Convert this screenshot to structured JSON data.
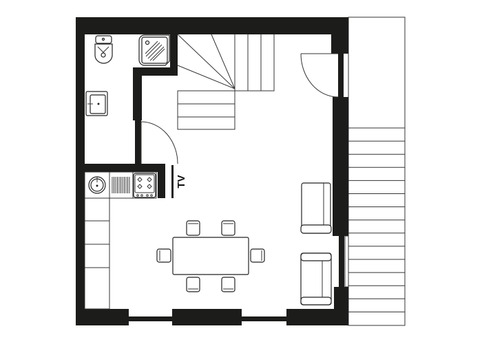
{
  "plan": {
    "labels": {
      "tv": "TV"
    },
    "colors": {
      "wall": "#1c1c1a",
      "line": "#333333",
      "background": "#ffffff"
    },
    "rooms": [
      "bathroom",
      "kitchen",
      "living-dining",
      "staircase",
      "external-stairs"
    ],
    "furniture": {
      "dining_chairs": 6,
      "sofas": 2,
      "stove_burners": 4,
      "interior_winder_steps": 3,
      "interior_straight_steps_upper": 3,
      "interior_straight_steps_lower": 3,
      "external_steps": 15
    }
  }
}
